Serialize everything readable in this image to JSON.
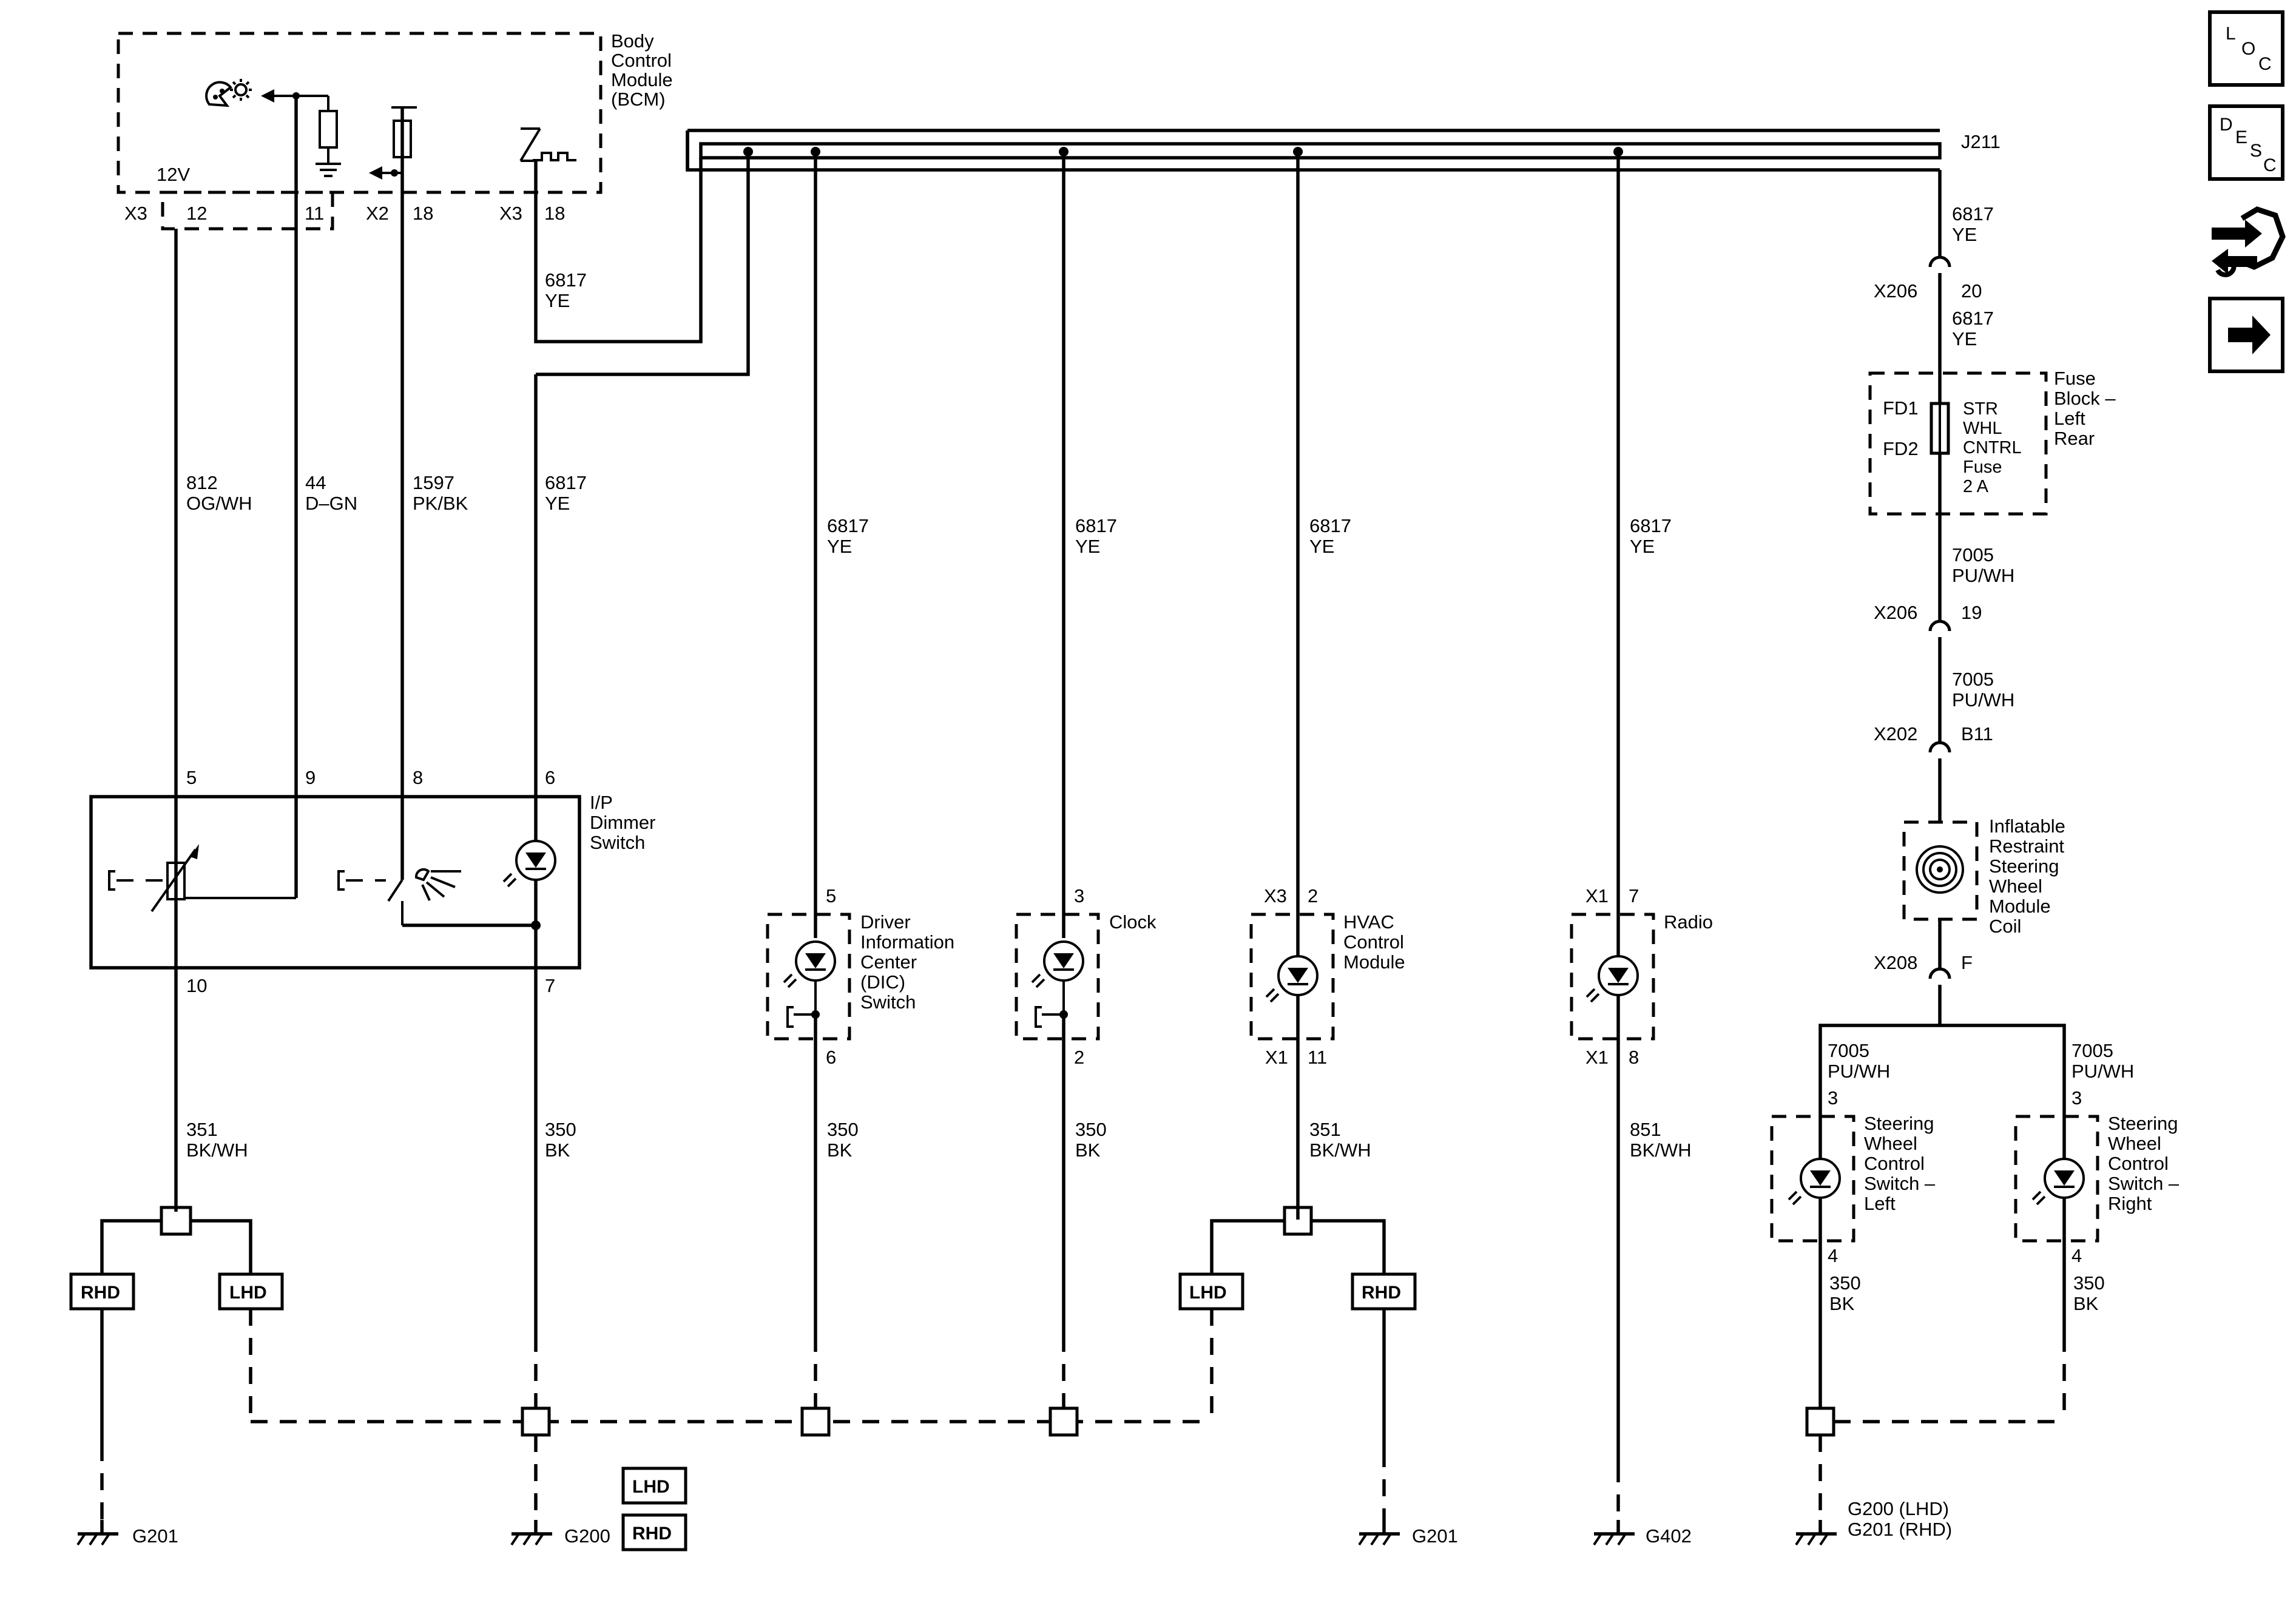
{
  "bcm": {
    "lines": [
      "Body",
      "Control",
      "Module",
      "(BCM)"
    ],
    "v12": "12V"
  },
  "connectors": {
    "x3_12": "X3",
    "p12": "12",
    "p11": "11",
    "x2_18": "X2",
    "p18a": "18",
    "x3_18": "X3",
    "p18b": "18"
  },
  "wires": {
    "w812": [
      "812",
      "OG/WH"
    ],
    "w44": [
      "44",
      "D–GN"
    ],
    "w1597": [
      "1597",
      "PK/BK"
    ],
    "w6817_bcm": [
      "6817",
      "YE"
    ],
    "w6817_ip": [
      "6817",
      "YE"
    ],
    "w6817_dic": [
      "6817",
      "YE"
    ],
    "w6817_clock": [
      "6817",
      "YE"
    ],
    "w6817_hvac": [
      "6817",
      "YE"
    ],
    "w6817_radio": [
      "6817",
      "YE"
    ],
    "w6817_right1": [
      "6817",
      "YE"
    ],
    "w6817_right2": [
      "6817",
      "YE"
    ],
    "w7005_a": [
      "7005",
      "PU/WH"
    ],
    "w7005_b": [
      "7005",
      "PU/WH"
    ],
    "w7005_l": [
      "7005",
      "PU/WH"
    ],
    "w7005_r": [
      "7005",
      "PU/WH"
    ],
    "w351_ip": [
      "351",
      "BK/WH"
    ],
    "w350_ip": [
      "350",
      "BK"
    ],
    "w350_dic": [
      "350",
      "BK"
    ],
    "w350_clock": [
      "350",
      "BK"
    ],
    "w351_hvac": [
      "351",
      "BK/WH"
    ],
    "w851_radio": [
      "851",
      "BK/WH"
    ],
    "w350_swl": [
      "350",
      "BK"
    ],
    "w350_swr": [
      "350",
      "BK"
    ]
  },
  "splice": "J211",
  "ip_dimmer": {
    "lines": [
      "I/P",
      "Dimmer",
      "Switch"
    ],
    "pins": {
      "p5": "5",
      "p9": "9",
      "p8": "8",
      "p6": "6",
      "p10": "10",
      "p7": "7"
    }
  },
  "dic": {
    "lines": [
      "Driver",
      "Information",
      "Center",
      "(DIC)",
      "Switch"
    ],
    "pin_top": "5",
    "pin_bot": "6"
  },
  "clock": {
    "label": "Clock",
    "pin_top": "3",
    "pin_bot": "2"
  },
  "hvac": {
    "lines": [
      "HVAC",
      "Control",
      "Module"
    ],
    "conn_top": "X3",
    "pin_top": "2",
    "conn_bot": "X1",
    "pin_bot": "11"
  },
  "radio": {
    "label": "Radio",
    "conn_top": "X1",
    "pin_top": "7",
    "conn_bot": "X1",
    "pin_bot": "8"
  },
  "right_chain": {
    "x206a": "X206",
    "p20": "20",
    "fuse_block": [
      "Fuse",
      "Block –",
      "Left",
      "Rear"
    ],
    "fd1": "FD1",
    "fd2": "FD2",
    "fuse": [
      "STR",
      "WHL",
      "CNTRL",
      "Fuse",
      "2 A"
    ],
    "x206b": "X206",
    "p19": "19",
    "x202": "X202",
    "pb11": "B11",
    "coil": [
      "Inflatable",
      "Restraint",
      "Steering",
      "Wheel",
      "Module",
      "Coil"
    ],
    "x208": "X208",
    "pf": "F"
  },
  "sw_left": {
    "lines": [
      "Steering",
      "Wheel",
      "Control",
      "Switch –",
      "Left"
    ],
    "pin_top": "3",
    "pin_bot": "4"
  },
  "sw_right": {
    "lines": [
      "Steering",
      "Wheel",
      "Control",
      "Switch –",
      "Right"
    ],
    "pin_top": "3",
    "pin_bot": "4"
  },
  "tags": {
    "rhd1": "RHD",
    "lhd1": "LHD",
    "lhd2": "LHD",
    "rhd2": "RHD",
    "legend_lhd": "LHD",
    "legend_rhd": "RHD"
  },
  "grounds": {
    "g201_left": "G201",
    "g200": "G200",
    "g201_mid": "G201",
    "g402": "G402",
    "g_right": [
      "G200 (LHD)",
      "G201 (RHD)"
    ]
  },
  "nav": {
    "loc": [
      "L",
      "O",
      "C"
    ],
    "desc": [
      "D",
      "E",
      "S",
      "C"
    ],
    "icons": [
      "connector-swap-icon",
      "next-arrow-icon"
    ]
  }
}
